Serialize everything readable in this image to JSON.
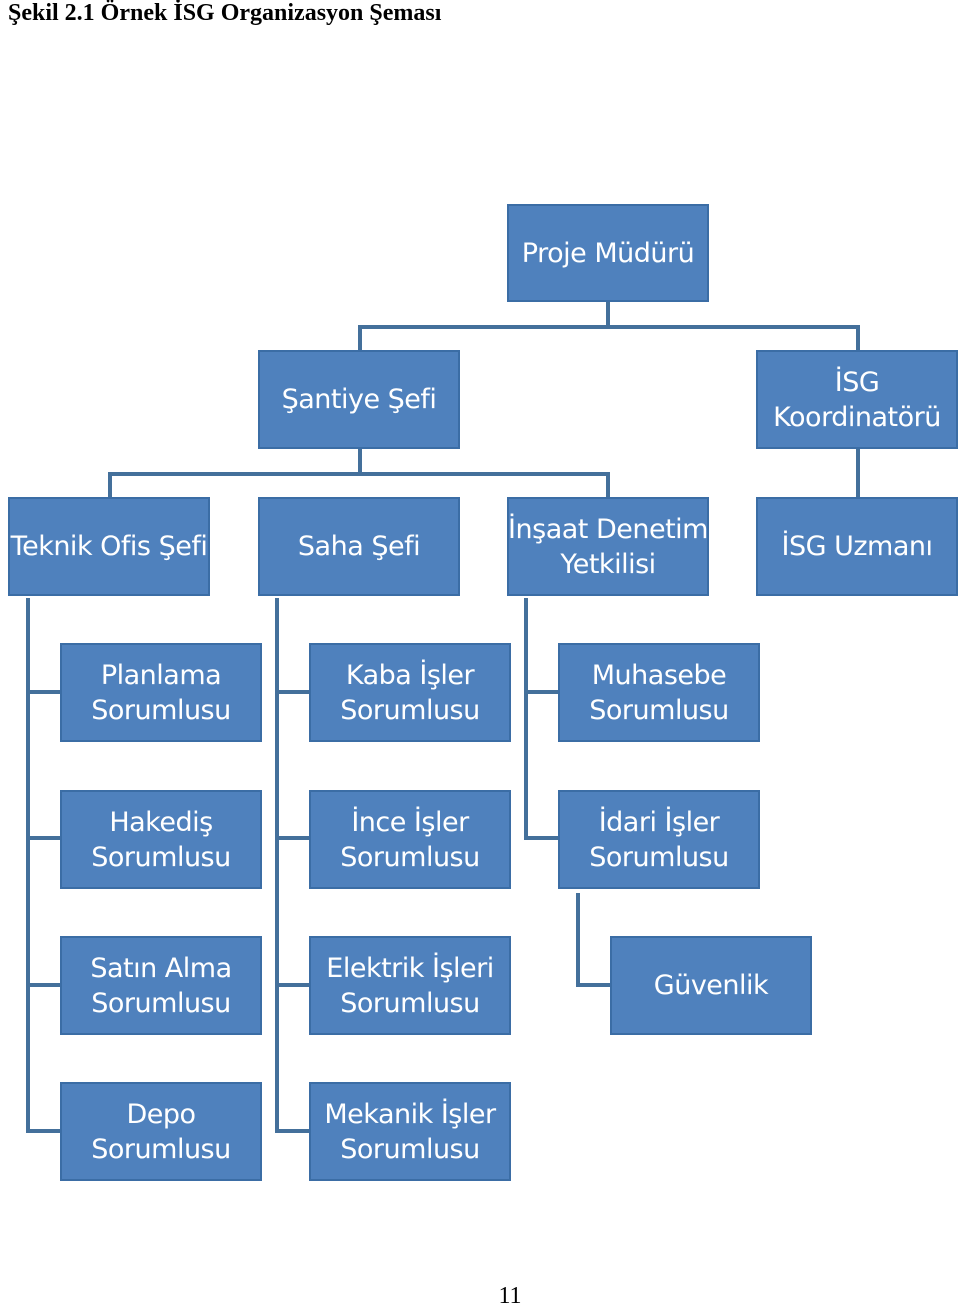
{
  "caption": "Şekil 2.1 Örnek İSG Organizasyon Şeması",
  "page_number": "11",
  "colors": {
    "box_fill": "#4f81bd",
    "box_border": "#3b6da5",
    "connector": "#44709b"
  },
  "nodes": {
    "proje_muduru": [
      "Proje Müdürü"
    ],
    "santiye_sefi": [
      "Şantiye Şefi"
    ],
    "isg_koordinatoru": [
      "İSG",
      "Koordinatörü"
    ],
    "teknik_ofis_sefi": [
      "Teknik Ofis Şefi"
    ],
    "saha_sefi": [
      "Saha Şefi"
    ],
    "insaat_denetim_yetkilisi": [
      "İnşaat Denetim",
      "Yetkilisi"
    ],
    "isg_uzmani": [
      "İSG Uzmanı"
    ],
    "planlama_sorumlusu": [
      "Planlama",
      "Sorumlusu"
    ],
    "kaba_isler_sorumlusu": [
      "Kaba İşler",
      "Sorumlusu"
    ],
    "muhasebe_sorumlusu": [
      "Muhasebe",
      "Sorumlusu"
    ],
    "hakedis_sorumlusu": [
      "Hakediş",
      "Sorumlusu"
    ],
    "ince_isler_sorumlusu": [
      "İnce İşler",
      "Sorumlusu"
    ],
    "idari_isler_sorumlusu": [
      "İdari İşler",
      "Sorumlusu"
    ],
    "satin_alma_sorumlusu": [
      "Satın Alma",
      "Sorumlusu"
    ],
    "elektrik_isleri_sorumlusu": [
      "Elektrik İşleri",
      "Sorumlusu"
    ],
    "guvenlik": [
      "Güvenlik"
    ],
    "depo_sorumlusu": [
      "Depo",
      "Sorumlusu"
    ],
    "mekanik_isler_sorumlusu": [
      "Mekanik İşler",
      "Sorumlusu"
    ]
  }
}
